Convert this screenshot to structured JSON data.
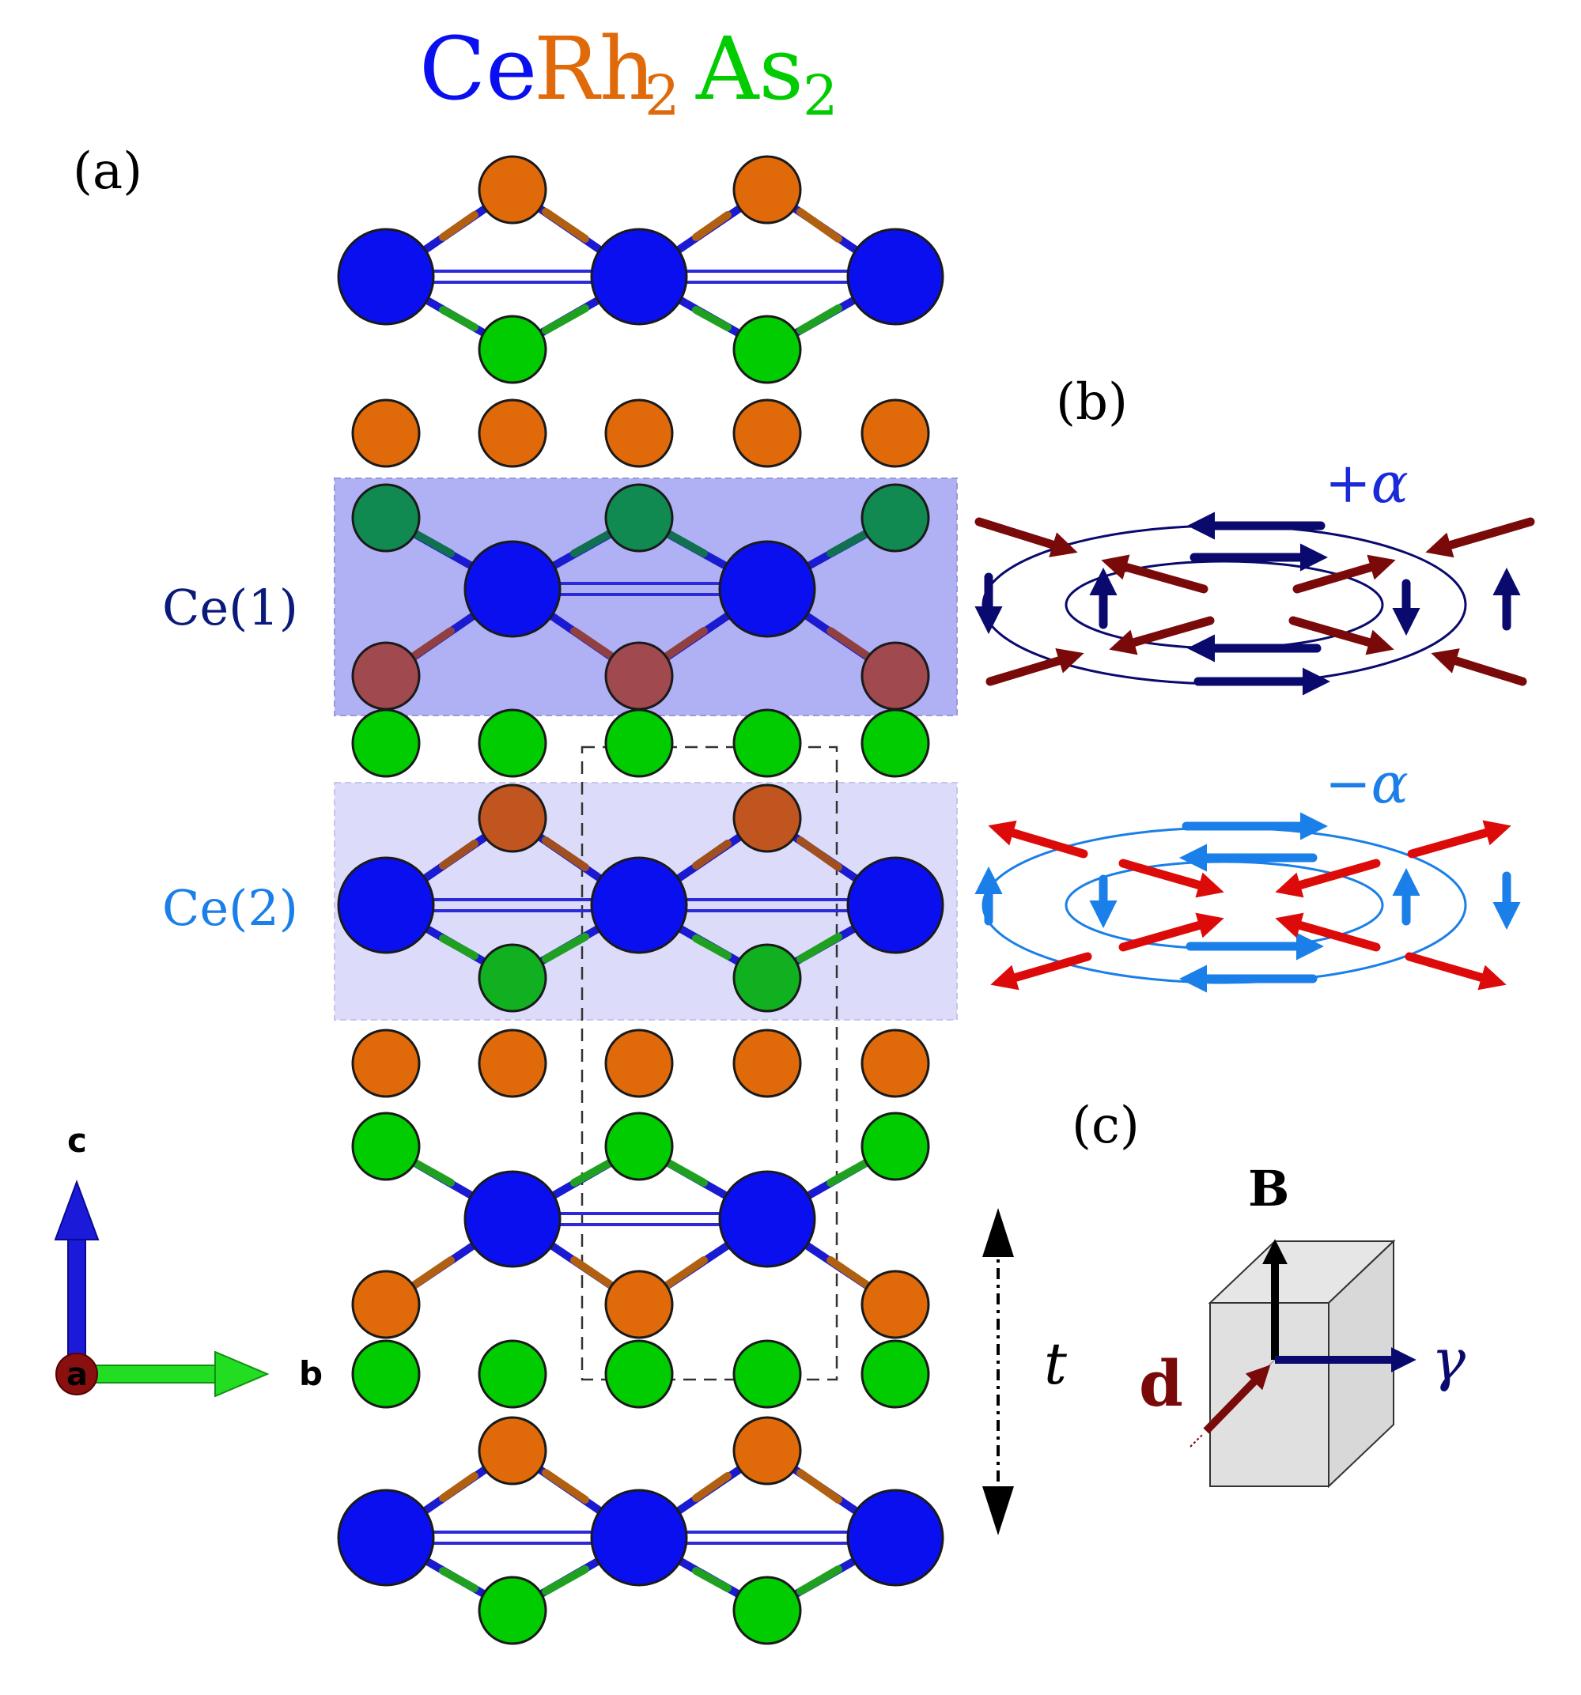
{
  "formula": {
    "ce": "Ce",
    "rh": "Rh",
    "rh_sub": "2",
    "as": "As",
    "as_sub": "2"
  },
  "panel_labels": {
    "a": "(a)",
    "b": "(b)",
    "c": "(c)"
  },
  "layer_labels": {
    "ce1": "Ce(1)",
    "ce2": "Ce(2)"
  },
  "axes": {
    "c": "c",
    "b": "b",
    "a": "a"
  },
  "hopping_label": "t",
  "rashba": {
    "plus": "+α",
    "minus": "−α"
  },
  "vectors": {
    "B": "B",
    "gamma": "γ",
    "d": "d"
  },
  "colors": {
    "ce": "#0a0ff0",
    "rh": "#e06a0a",
    "as": "#00cc00",
    "ce1_label": "#0a1a7a",
    "ce2_label": "#1a7fe8",
    "spin_dark_red": "#7a0a0a",
    "spin_red": "#dd0a0a",
    "arrow_navy": "#0a0a6e",
    "arrow_light_blue": "#1a7fe8"
  }
}
